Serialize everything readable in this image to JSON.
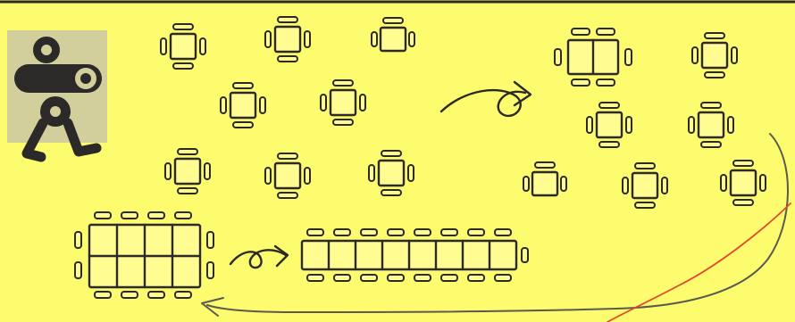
{
  "colors": {
    "paper": "#fdfb6e",
    "ink": "#2c2a28",
    "logo_bg": "#d2cf9c",
    "red_pencil": "#e4472e",
    "grey_pencil": "#5b5a50"
  },
  "icons": {
    "logo": "robot-mascot-icon",
    "arrow_1": "curly-arrow-icon",
    "arrow_2": "curly-arrow-icon",
    "return_arrow": "return-arrow-icon"
  },
  "scenes": {
    "scattered_tables_count": 8,
    "grouped_tables_count": 8,
    "clustered_block_tables_count": 8,
    "long_row_tables_count": 8
  }
}
